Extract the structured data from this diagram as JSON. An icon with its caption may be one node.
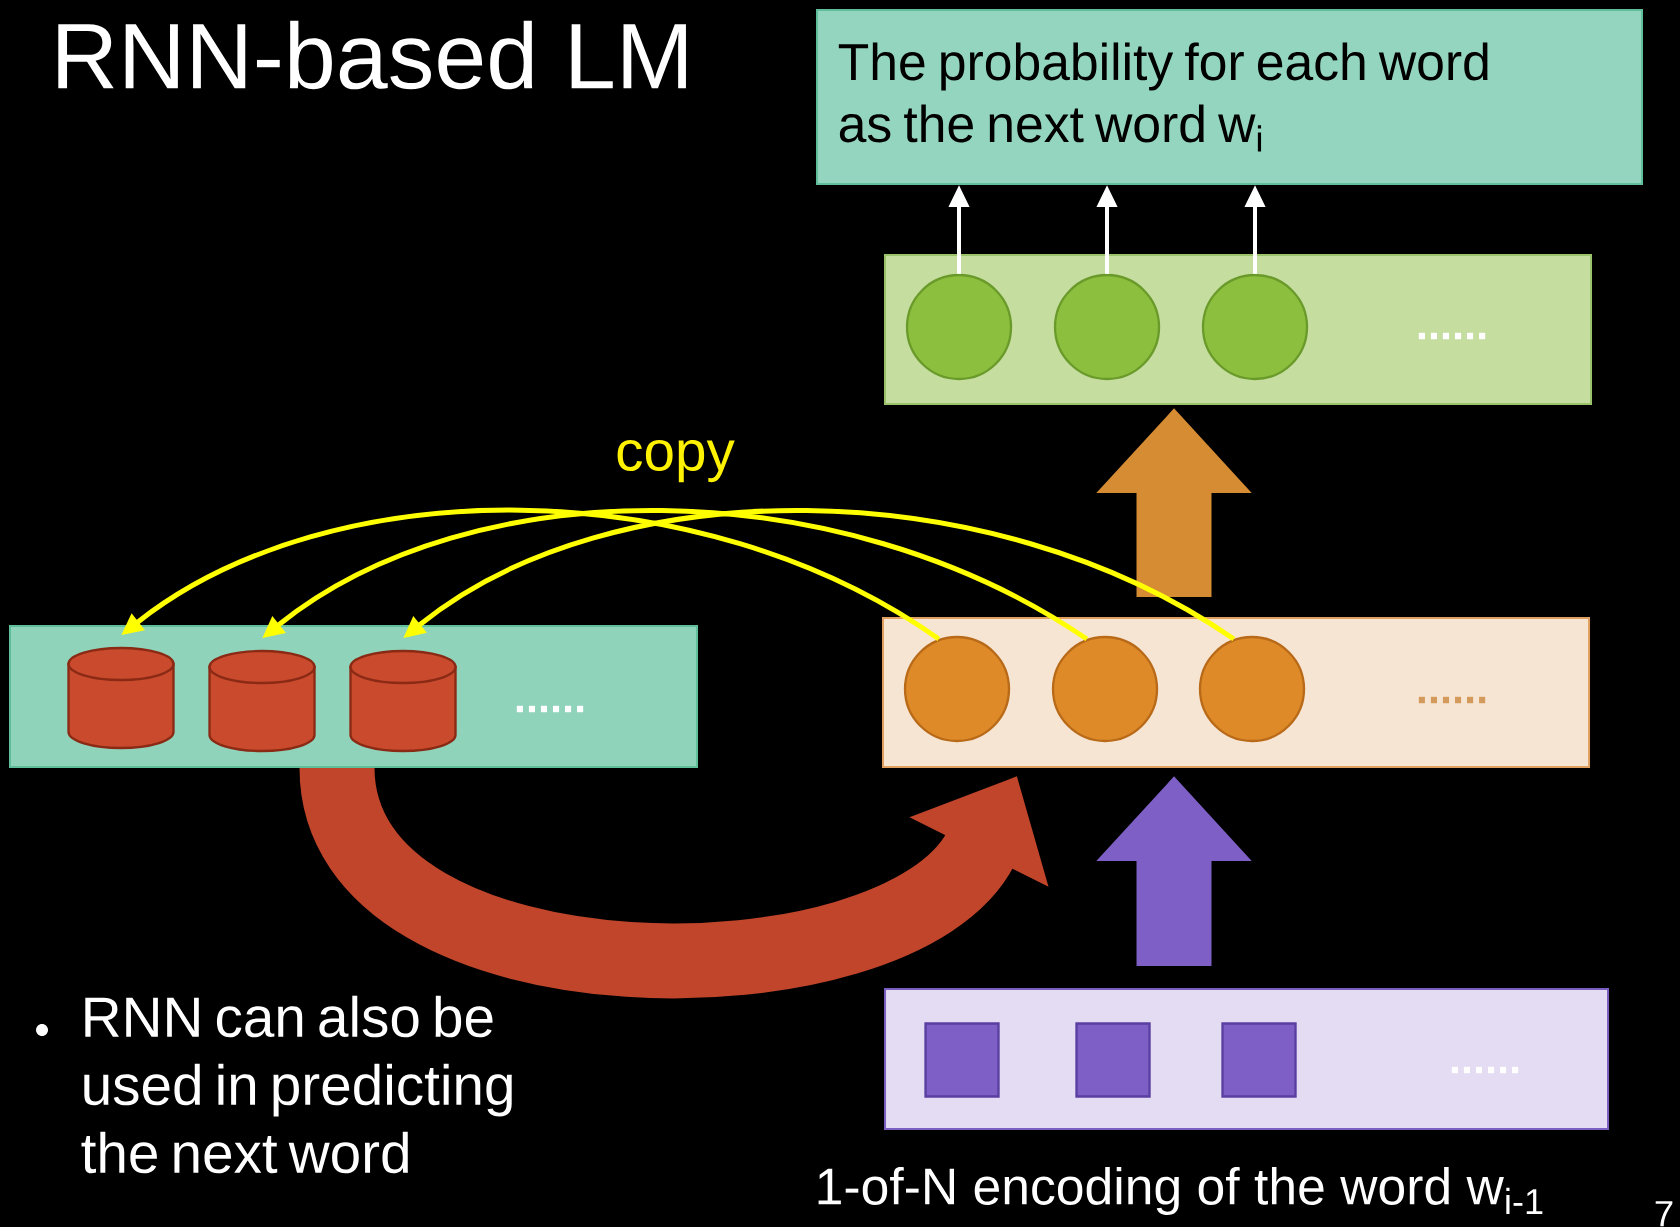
{
  "diagram": {
    "title": "RNN-based LM",
    "nodes": [
      {
        "text": [
          "The probability for each word as the next word w$_{i}$"
        ]
      },
      {
        "text": [
          "......"
        ]
      },
      {
        "text": [],
        "shape": "circle",
        "in": 1
      },
      {
        "text": [],
        "shape": "circle",
        "in": 1
      },
      {
        "text": [],
        "shape": "circle",
        "in": 1
      },
      {
        "text": [
          "......"
        ]
      },
      {
        "text": [],
        "shape": "circle",
        "in": 5
      },
      {
        "text": [],
        "shape": "circle",
        "in": 5
      },
      {
        "text": [],
        "shape": "circle",
        "in": 5
      },
      {
        "text": [
          "......"
        ]
      },
      {
        "text": [],
        "shape": "cylinder",
        "in": 9
      },
      {
        "text": [],
        "shape": "cylinder",
        "in": 9
      },
      {
        "text": [],
        "shape": "cylinder",
        "in": 9
      },
      {
        "text": [
          "......"
        ],
        "beside": [
          "1-of-N encoding of the word w$_{i-1}$"
        ]
      },
      {
        "text": [],
        "shape": "box",
        "in": 13
      },
      {
        "text": [],
        "shape": "box",
        "in": 13
      },
      {
        "text": [],
        "shape": "box",
        "in": 13
      }
    ],
    "edges": [
      {
        "from": 2,
        "to": 0,
        "arrow": "to",
        "color": "#ffffff"
      },
      {
        "from": 3,
        "to": 0,
        "arrow": "to",
        "color": "#ffffff"
      },
      {
        "from": 4,
        "to": 0,
        "arrow": "to",
        "color": "#ffffff"
      },
      {
        "from": 5,
        "to": 1,
        "arrow": "to",
        "style": "thick",
        "color": "#d58c32"
      },
      {
        "from": 13,
        "to": 5,
        "arrow": "to",
        "style": "thick",
        "color": "#7d5fc5"
      },
      {
        "from": 9,
        "to": 5,
        "arrow": "to",
        "style": "thick",
        "color": "#c0452a"
      },
      {
        "from": 6,
        "to": 10,
        "arrow": "to",
        "color": "#ffff00"
      },
      {
        "from": 7,
        "to": 11,
        "arrow": "to",
        "color": "#ffff00"
      },
      {
        "from": 8,
        "to": 12,
        "arrow": "to",
        "color": "#ffff00"
      }
    ],
    "labels": [
      "copy",
      "RNN can also be used in predicting the next word",
      "7"
    ]
  }
}
